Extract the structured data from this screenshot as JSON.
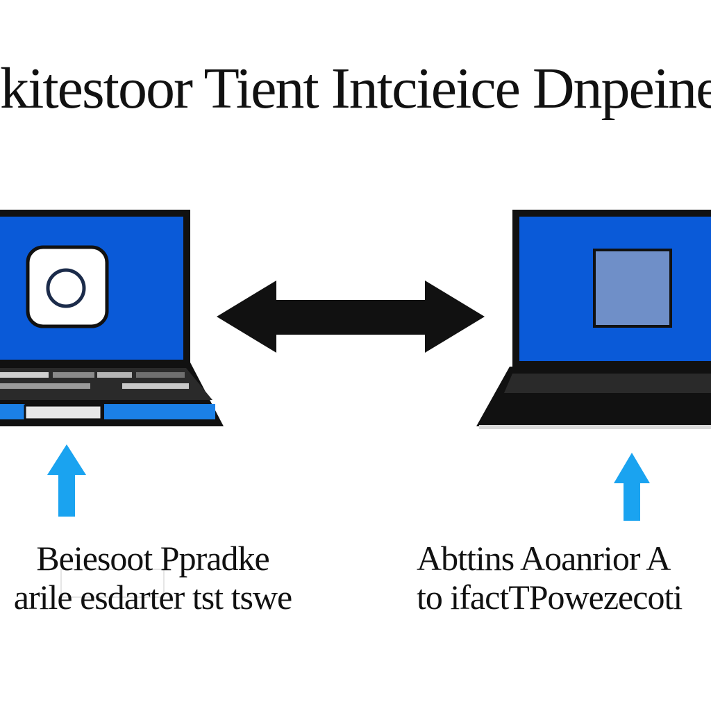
{
  "title": "kitestoor Tient Intcieice Dnpeinew",
  "captions": {
    "left": {
      "line1": "Beiesoot Ppradke",
      "line2": "arile esdarter tst tswe"
    },
    "right": {
      "line1": "Abttins Aoanrior A",
      "line2": "to ifactTPowezecoti"
    }
  },
  "colors": {
    "screen_blue": "#0a5ad8",
    "arrow_blue": "#1aa3f0",
    "ink": "#111111",
    "panel_blue": "#6f8fc8"
  },
  "icons": {
    "left_screen": "circle-app-icon",
    "right_screen": "square-window-icon",
    "connection": "double-arrow-icon",
    "pointer": "arrow-up-icon"
  }
}
